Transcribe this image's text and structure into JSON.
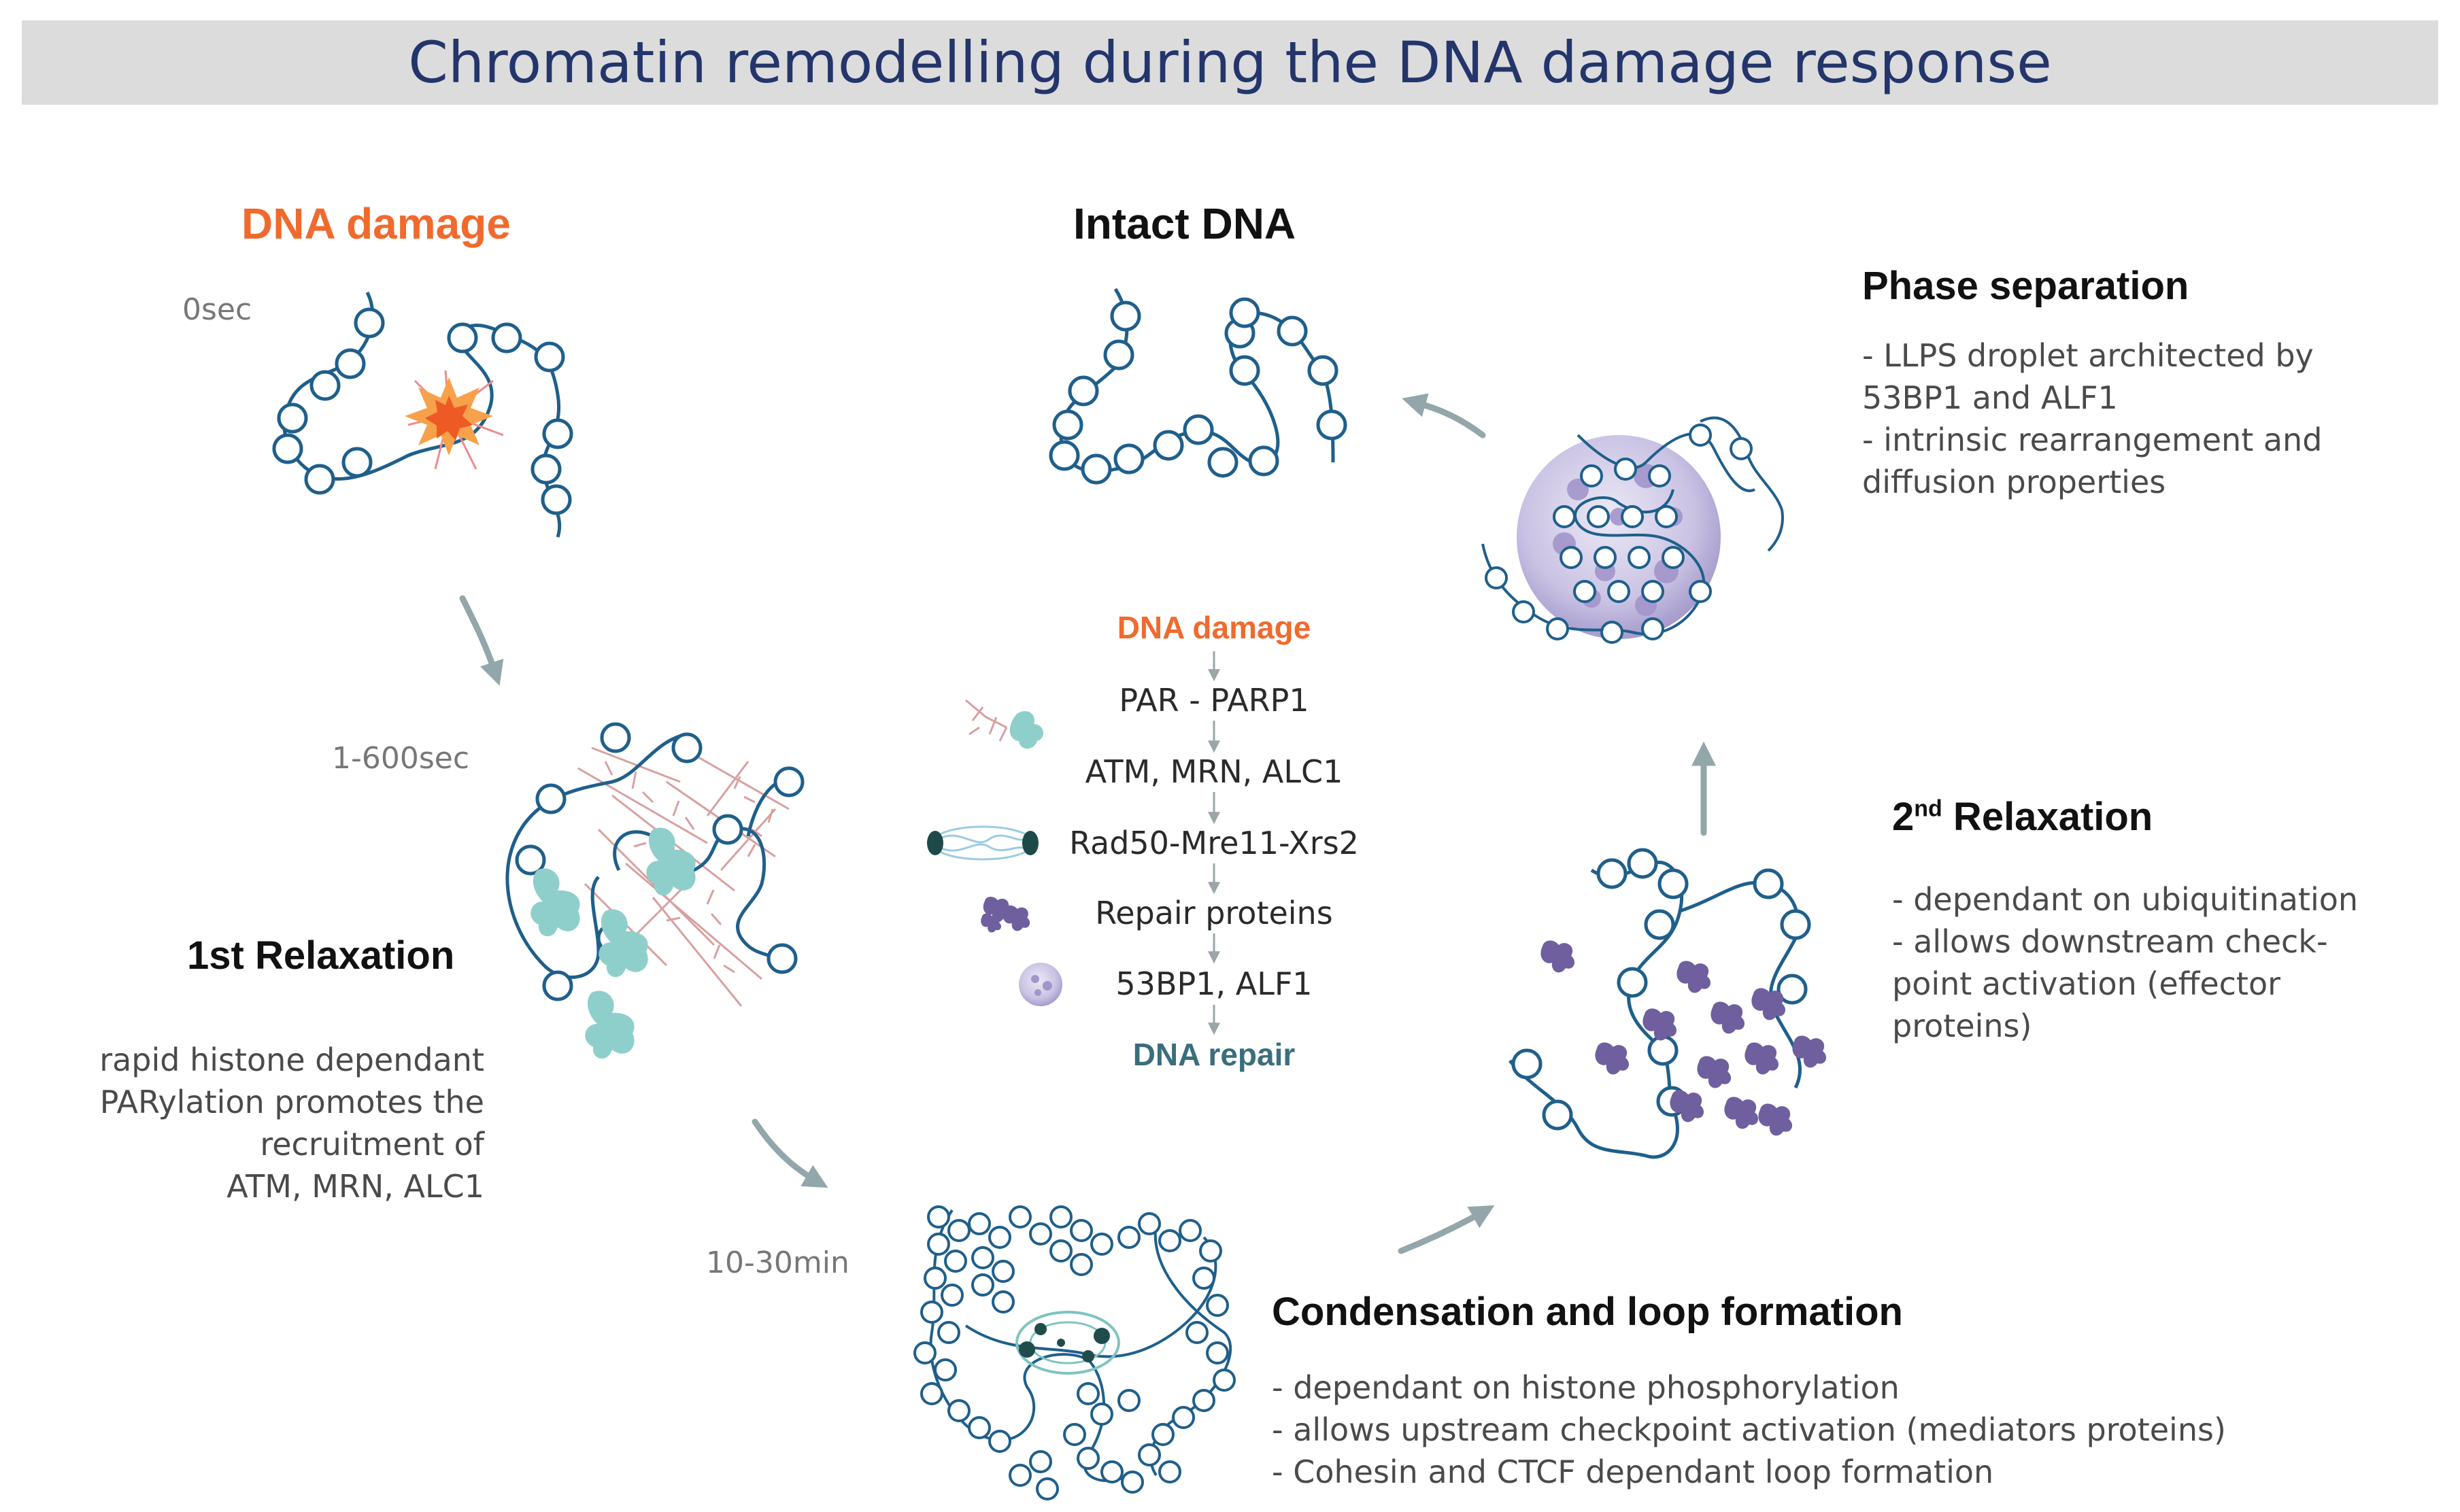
{
  "title": "Chromatin remodelling during the DNA damage response",
  "stages": {
    "damage": {
      "heading": "DNA damage",
      "time": "0sec"
    },
    "intact": {
      "heading": "Intact DNA"
    },
    "first_relaxation": {
      "heading": "1st Relaxation",
      "time": "1-600sec",
      "lines": [
        "rapid histone dependant",
        "PARylation promotes the",
        "recruitment of",
        "ATM, MRN, ALC1"
      ]
    },
    "condensation": {
      "heading": "Condensation and loop formation",
      "time": "10-30min",
      "lines": [
        "- dependant on histone phosphorylation",
        "- allows upstream checkpoint activation (mediators proteins)",
        "- Cohesin and CTCF dependant loop formation"
      ]
    },
    "second_relaxation": {
      "heading_base": "2",
      "heading_sup": "nd",
      "heading_rest": " Relaxation",
      "lines": [
        "- dependant on ubiquitination",
        "- allows downstream check-",
        "point activation (effector",
        "proteins)"
      ]
    },
    "phase_separation": {
      "heading": "Phase separation",
      "lines": [
        "- LLPS droplet architected by",
        "53BP1 and ALF1",
        "- intrinsic rearrangement and",
        "diffusion properties"
      ]
    }
  },
  "flow": {
    "start": "DNA damage",
    "steps": [
      "PAR - PARP1",
      "ATM, MRN, ALC1",
      "Rad50-Mre11-Xrs2",
      "Repair proteins",
      "53BP1, ALF1"
    ],
    "end": "DNA repair"
  },
  "colors": {
    "title_text": "#23356b",
    "title_bar": "#dcdcdc",
    "dna": "#1f5f8b",
    "damage_orange": "#f06a2e",
    "repair_teal": "#3b6e7c",
    "protein_teal": "#8fcfcb",
    "repair_protein_purple": "#6f5f9e",
    "droplet_lavender": "#c9c2e4",
    "par_pink": "#d8a0a0",
    "arrow_gray": "#93a7ab"
  },
  "icons": [
    "starburst-damage-icon",
    "par-parp1-icon",
    "mrn-complex-icon",
    "repair-proteins-icon",
    "droplet-icon"
  ]
}
